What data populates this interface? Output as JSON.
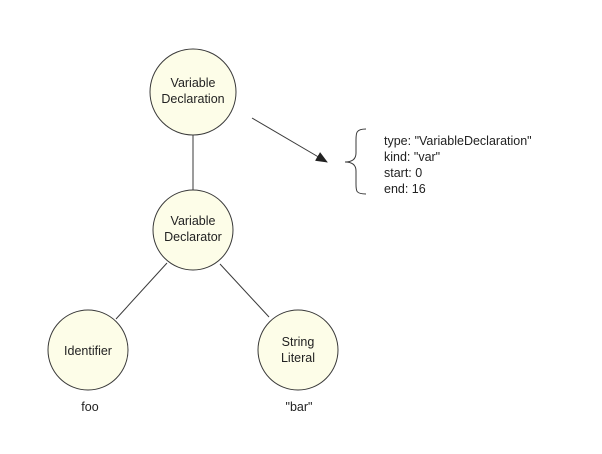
{
  "nodes": {
    "variable_declaration": {
      "line1": "Variable",
      "line2": "Declaration"
    },
    "variable_declarator": {
      "line1": "Variable",
      "line2": "Declarator"
    },
    "identifier": {
      "label": "Identifier",
      "value": "foo"
    },
    "string_literal": {
      "line1": "String",
      "line2": "Literal",
      "value": "\"bar\""
    }
  },
  "properties": [
    "type: \"VariableDeclaration\"",
    "kind: \"var\"",
    "start: 0",
    "end: 16"
  ]
}
